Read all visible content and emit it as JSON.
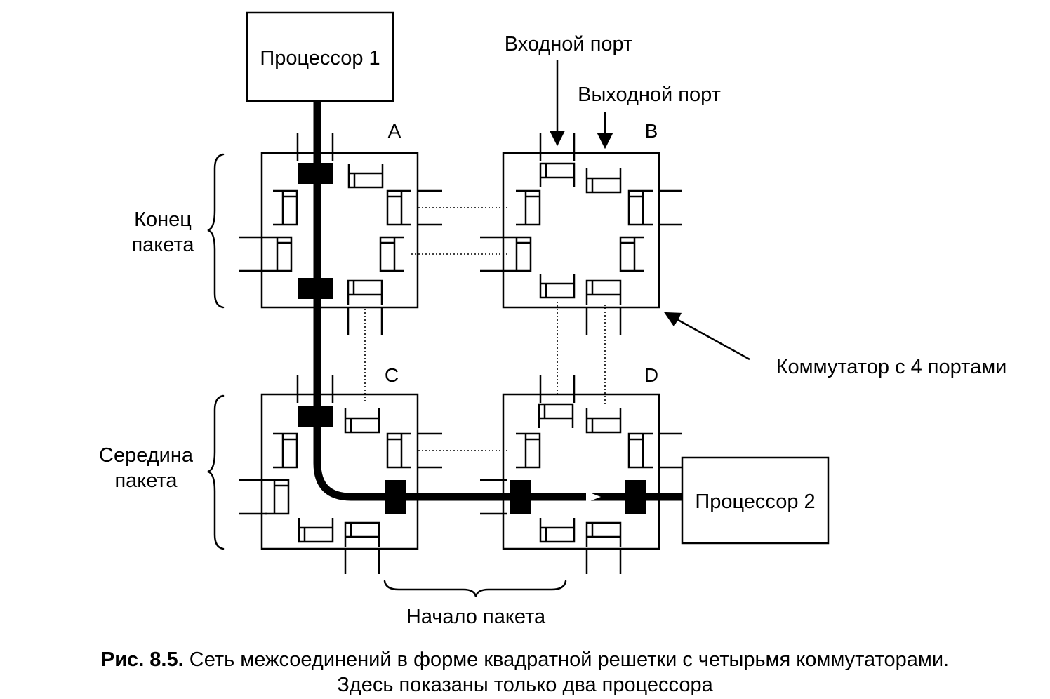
{
  "processors": {
    "p1": "Процессор 1",
    "p2": "Процессор 2"
  },
  "switches": {
    "a": "A",
    "b": "B",
    "c": "C",
    "d": "D"
  },
  "annotations": {
    "input_port": "Входной порт",
    "output_port": "Выходной порт",
    "switch_4_ports": "Коммутатор с 4 портами",
    "packet_end_line1": "Конец",
    "packet_end_line2": "пакета",
    "packet_middle_line1": "Середина",
    "packet_middle_line2": "пакета",
    "packet_start": "Начало пакета"
  },
  "caption": {
    "number": "Рис. 8.5.",
    "line1": "Сеть межсоединений в форме квадратной решетки с четырьмя коммутаторами.",
    "line2": "Здесь показаны только два процессора"
  }
}
